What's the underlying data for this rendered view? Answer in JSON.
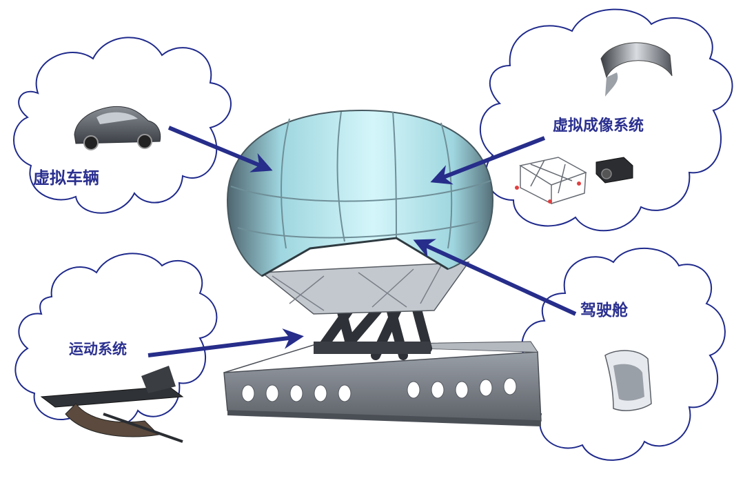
{
  "labels": {
    "virtual_vehicle": "虚拟车辆",
    "virtual_imaging_system": "虚拟成像系统",
    "motion_system": "运动系统",
    "cockpit": "驾驶舱"
  },
  "colors": {
    "cloud_outline": "#1f2a8c",
    "arrow": "#262d8a",
    "label_text": "#2a2f8f",
    "dome": "#a9e4ec",
    "steel": "#7b7f86"
  },
  "icons": {
    "car": "car-icon",
    "screen": "curved-screen-icon",
    "projector": "projector-icon",
    "frame": "projector-frame-icon",
    "cockpit_shell": "cockpit-shell-icon",
    "rail": "linear-rail-icon"
  }
}
